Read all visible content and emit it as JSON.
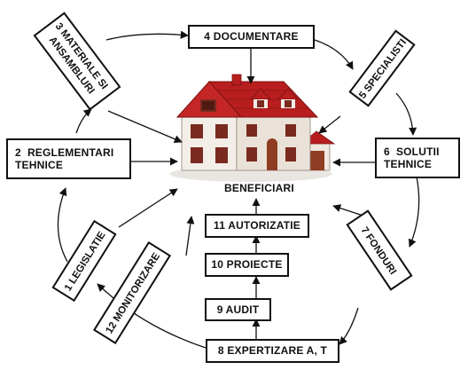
{
  "title": "",
  "nodes": {
    "n1": "1  LEGISLATIE",
    "n2": "2  REGLEMENTARI\nTEHNICE",
    "n3": "3  MATERIALE SI\nANSAMBLURI",
    "n4": "4  DOCUMENTARE",
    "n5": "5  SPECIALISTI",
    "n6": "6  SOLUTII\nTEHNICE",
    "n7": "7  FONDURI",
    "n8": "8  EXPERTIZARE A, T",
    "n9": "9  AUDIT",
    "n10": "10  PROIECTE",
    "n11": "11  AUTORIZATIE",
    "n12": "12  MONITORIZARE"
  },
  "center": {
    "label": "BENEFICIARI",
    "icon": "house-icon"
  },
  "colors": {
    "roof": "#b81e1e",
    "wall": "#f2ece4",
    "trim": "#7a2a1f",
    "line": "#111111"
  }
}
